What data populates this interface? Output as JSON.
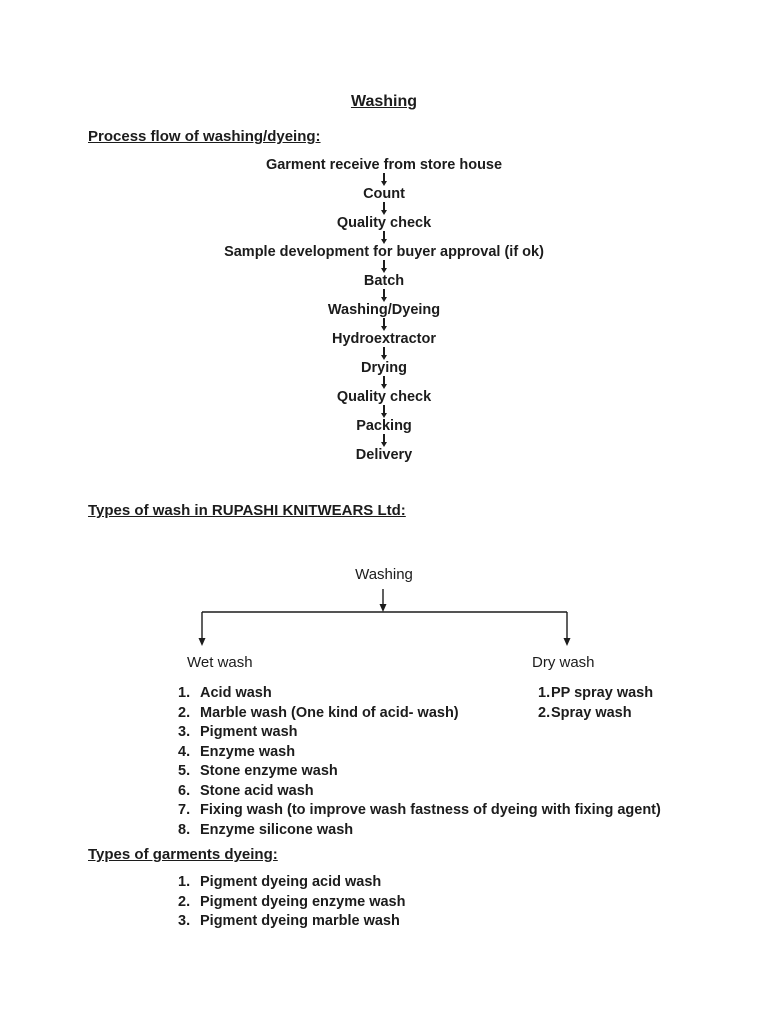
{
  "page": {
    "title": "Washing",
    "section1_heading": "Process flow of washing/dyeing:",
    "section2_heading": "Types of wash in RUPASHI KNITWEARS Ltd:",
    "section3_heading": "Types of garments dyeing:"
  },
  "process_flow": {
    "steps": [
      "Garment receive from store house",
      "Count",
      "Quality check",
      "Sample development for buyer approval (if ok)",
      "Batch",
      "Washing/Dyeing",
      "Hydroextractor",
      "Drying",
      "Quality check",
      "Packing",
      "Delivery"
    ]
  },
  "wash_tree": {
    "root": "Washing",
    "left_branch": "Wet wash",
    "right_branch": "Dry wash"
  },
  "wet_wash": {
    "items": [
      {
        "num": "1.",
        "label": "Acid wash"
      },
      {
        "num": "2.",
        "label": "Marble wash (One kind of acid- wash)"
      },
      {
        "num": "3.",
        "label": "Pigment wash"
      },
      {
        "num": "4.",
        "label": "Enzyme wash"
      },
      {
        "num": "5.",
        "label": "Stone enzyme wash"
      },
      {
        "num": "6.",
        "label": "Stone acid wash"
      },
      {
        "num": "7.",
        "label": "Fixing wash (to improve wash fastness of dyeing with fixing agent)"
      },
      {
        "num": "8.",
        "label": "Enzyme silicone wash"
      }
    ]
  },
  "dry_wash": {
    "items": [
      {
        "num": "1.",
        "label": "PP spray wash"
      },
      {
        "num": "2.",
        "label": "Spray wash"
      }
    ]
  },
  "garments_dyeing": {
    "items": [
      {
        "num": "1.",
        "label": "Pigment dyeing acid wash"
      },
      {
        "num": "2.",
        "label": "Pigment dyeing enzyme wash"
      },
      {
        "num": "3.",
        "label": "Pigment dyeing marble wash"
      }
    ]
  },
  "colors": {
    "text": "#1c1c1c",
    "background": "#ffffff"
  }
}
